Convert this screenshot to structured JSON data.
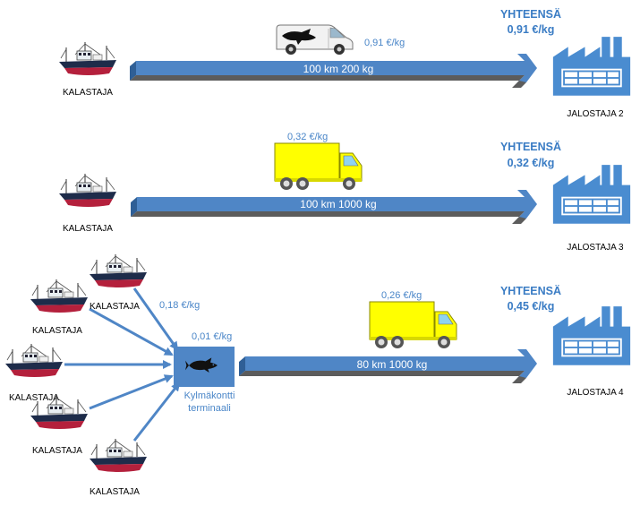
{
  "colors": {
    "arrow": "#4f86c6",
    "arrow_dark": "#2f5f96",
    "arrow_side": "#5c5c5c",
    "total_text": "#3a7cc4",
    "price_text": "#4a86c8",
    "truck": "#ffff00",
    "factory": "#4a8cd0",
    "hull": "#b4203c"
  },
  "rows": [
    {
      "fisher_label": "KALASTAJA",
      "route_label": "100 km 200 kg",
      "price_label": "0,91 €/kg",
      "total_title": "YHTEENSÄ",
      "total_value": "0,91 €/kg",
      "factory_label": "JALOSTAJA 2",
      "vehicle": "van-icon"
    },
    {
      "fisher_label": "KALASTAJA",
      "route_label": "100 km 1000 kg",
      "price_label": "0,32 €/kg",
      "total_title": "YHTEENSÄ",
      "total_value": "0,32 €/kg",
      "factory_label": "JALOSTAJA 3",
      "vehicle": "truck-icon"
    },
    {
      "fishers": [
        {
          "label": "KALASTAJA"
        },
        {
          "label": "KALASTAJA"
        },
        {
          "label": "KALASTAJA"
        },
        {
          "label": "KALASTAJA"
        },
        {
          "label": "KALASTAJA"
        }
      ],
      "feeder_price_label": "0,18 €/kg",
      "terminal_price_label": "0,01 €/kg",
      "terminal_label_line1": "Kylmäkontti",
      "terminal_label_line2": "terminaali",
      "route_label": "80 km 1000 kg",
      "price_label": "0,26 €/kg",
      "total_title": "YHTEENSÄ",
      "total_value": "0,45 €/kg",
      "factory_label": "JALOSTAJA 4",
      "vehicle": "truck-icon"
    }
  ]
}
